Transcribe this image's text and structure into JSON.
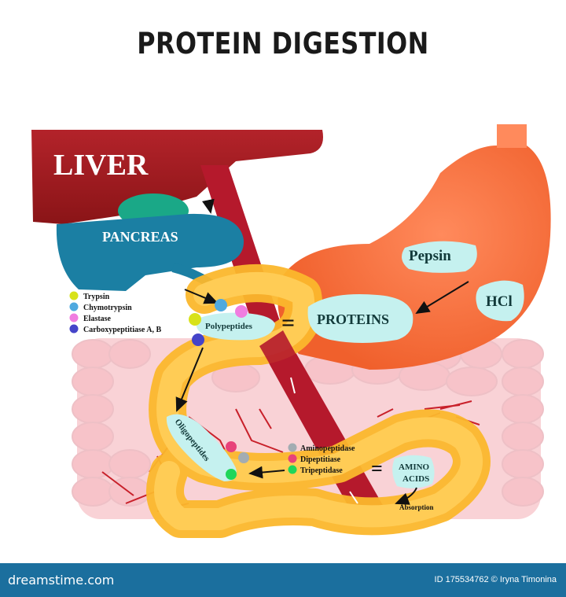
{
  "title": "PROTEIN DIGESTION",
  "organs": {
    "liver": "LIVER",
    "pancreas": "PANCREAS"
  },
  "labels": {
    "pepsin": "Pepsin",
    "hcl": "HCl",
    "proteins": "PROTEINS",
    "polypeptides": "Polypeptides",
    "oligopeptides": "Oligopeptides",
    "amino_acids_line1": "AMINO",
    "amino_acids_line2": "ACIDS",
    "absorption": "Absorption",
    "equals": "="
  },
  "pancreatic_enzymes": [
    {
      "name": "Trypsin",
      "color": "#d8e21a"
    },
    {
      "name": "Chymotrypsin",
      "color": "#4fa9df"
    },
    {
      "name": "Elastase",
      "color": "#f07de0"
    },
    {
      "name": "Carboxypeptitiase A, B",
      "color": "#4544c9"
    }
  ],
  "brush_border_enzymes": [
    {
      "name": "Aminopeptidase",
      "color": "#a3acb2"
    },
    {
      "name": "Dipeptitiase",
      "color": "#e8427a"
    },
    {
      "name": "Tripeptidase",
      "color": "#1fd65a"
    }
  ],
  "footer": {
    "logo": "dreamstime.com",
    "credit": "ID 175534762 © Iryna Timonina"
  }
}
